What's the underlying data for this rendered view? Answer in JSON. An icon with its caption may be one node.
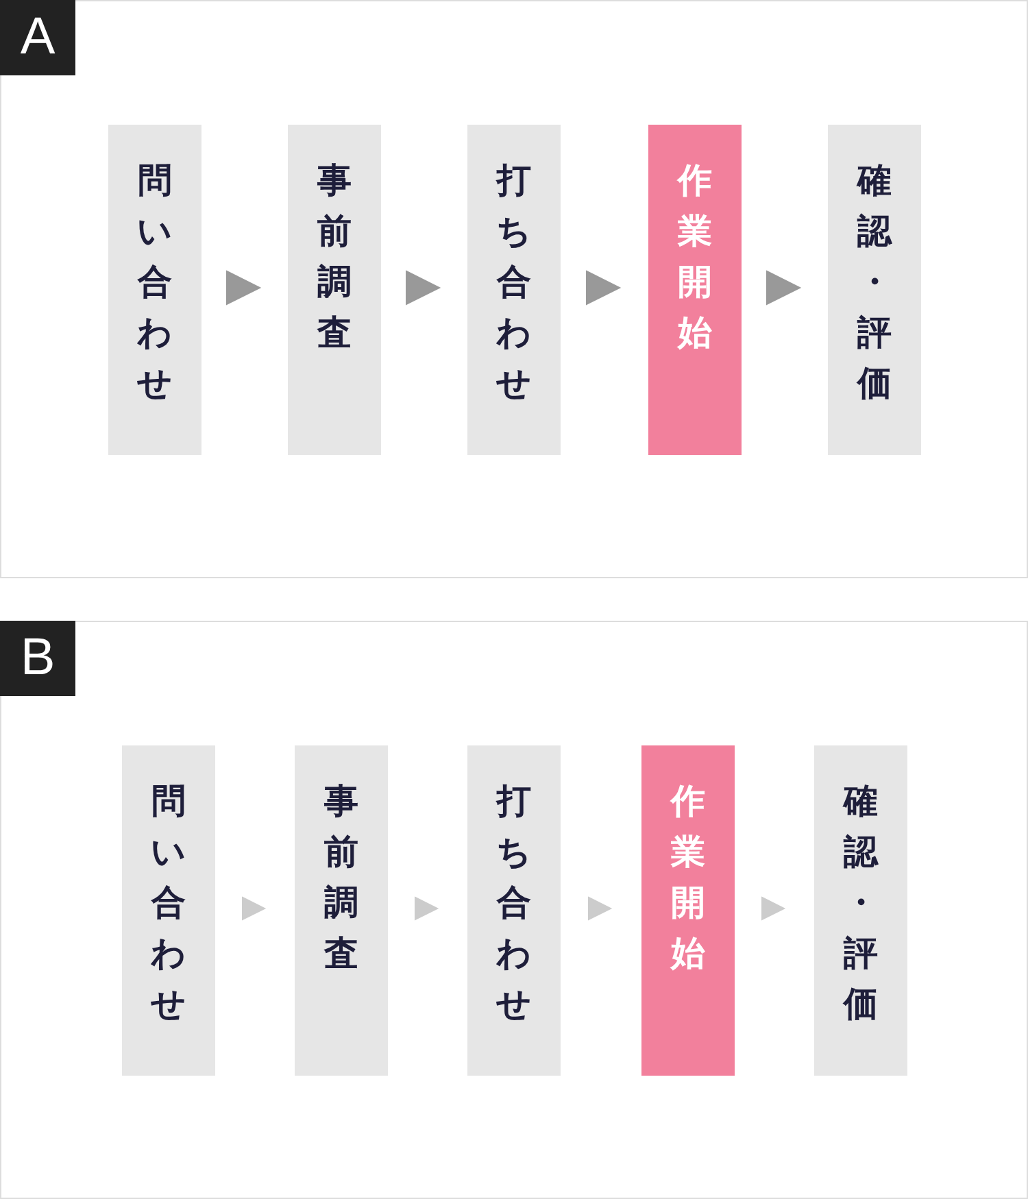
{
  "diagram": {
    "nodes": [
      {
        "text": [
          "A"
        ]
      },
      {
        "text": [
          "問い合わせ"
        ],
        "in": 0
      },
      {
        "text": [
          "事前調査"
        ],
        "in": 0
      },
      {
        "text": [
          "打ち合わせ"
        ],
        "in": 0
      },
      {
        "text": [
          "作業開始"
        ],
        "in": 0
      },
      {
        "text": [
          "確認・評価"
        ],
        "in": 0
      },
      {
        "text": [
          "B"
        ]
      },
      {
        "text": [
          "問い合わせ"
        ],
        "in": 6
      },
      {
        "text": [
          "事前調査"
        ],
        "in": 6
      },
      {
        "text": [
          "打ち合わせ"
        ],
        "in": 6
      },
      {
        "text": [
          "作業開始"
        ],
        "in": 6
      },
      {
        "text": [
          "確認・評価"
        ],
        "in": 6
      }
    ],
    "edges": [
      {
        "from": 1,
        "to": 2,
        "arrow": "to",
        "color": "#999999"
      },
      {
        "from": 2,
        "to": 3,
        "arrow": "to",
        "color": "#999999"
      },
      {
        "from": 3,
        "to": 4,
        "arrow": "to",
        "color": "#999999"
      },
      {
        "from": 4,
        "to": 5,
        "arrow": "to",
        "color": "#999999"
      },
      {
        "from": 7,
        "to": 8,
        "arrow": "to",
        "color": "#cccccc"
      },
      {
        "from": 8,
        "to": 9,
        "arrow": "to",
        "color": "#cccccc"
      },
      {
        "from": 9,
        "to": 10,
        "arrow": "to",
        "color": "#cccccc"
      },
      {
        "from": 10,
        "to": 11,
        "arrow": "to",
        "color": "#cccccc"
      }
    ]
  }
}
